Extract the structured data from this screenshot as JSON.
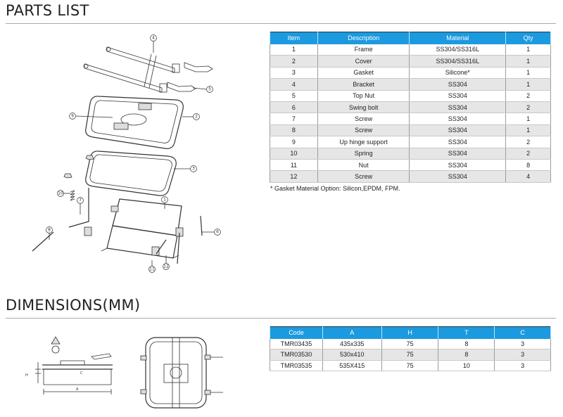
{
  "parts_title": "PARTS LIST",
  "dimensions_title": "DIMENSIONS(MM)",
  "parts_table": {
    "headers": [
      "Item",
      "Description",
      "Material",
      "Qty"
    ],
    "rows": [
      [
        "1",
        "Frame",
        "SS304/SS316L",
        "1"
      ],
      [
        "2",
        "Cover",
        "SS304/SS316L",
        "1"
      ],
      [
        "3",
        "Gasket",
        "Silicone*",
        "1"
      ],
      [
        "4",
        "Bracket",
        "SS304",
        "1"
      ],
      [
        "5",
        "Top Nut",
        "SS304",
        "2"
      ],
      [
        "6",
        "Swing bolt",
        "SS304",
        "2"
      ],
      [
        "7",
        "Screw",
        "SS304",
        "1"
      ],
      [
        "8",
        "Screw",
        "SS304",
        "1"
      ],
      [
        "9",
        "Up hinge support",
        "SS304",
        "2"
      ],
      [
        "10",
        "Spring",
        "SS304",
        "2"
      ],
      [
        "11",
        "Nut",
        "SS304",
        "8"
      ],
      [
        "12",
        "Screw",
        "SS304",
        "4"
      ]
    ]
  },
  "footnote": "* Gasket Material Option: Silicon,EPDM, FPM.",
  "dimensions_table": {
    "headers": [
      "Code",
      "A",
      "H",
      "T",
      "C"
    ],
    "rows": [
      [
        "TMR03435",
        "435x335",
        "75",
        "8",
        "3"
      ],
      [
        "TMR03530",
        "530x410",
        "75",
        "8",
        "3"
      ],
      [
        "TMR03535",
        "535X415",
        "75",
        "10",
        "3"
      ]
    ]
  },
  "drawing_labels": {
    "callouts": [
      "4",
      "5",
      "9",
      "2",
      "3",
      "10",
      "7",
      "1",
      "8",
      "6",
      "12",
      "11"
    ],
    "dim_a": "A",
    "dim_c": "C",
    "dim_h": "H"
  },
  "colors": {
    "header_blue": "#1b9ae0",
    "row_alt": "#e6e6e6",
    "rule": "#a9a9a9"
  }
}
